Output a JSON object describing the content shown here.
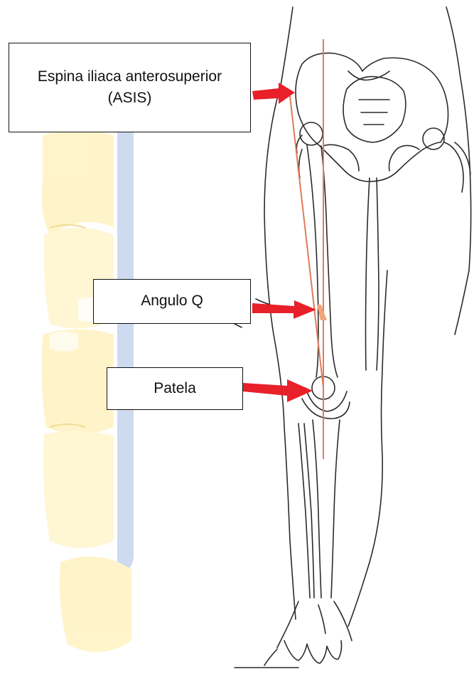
{
  "labels": {
    "asis": "Espina iliaca anterosuperior (ASIS)",
    "q_angle": "Angulo Q",
    "patella": "Patela"
  },
  "colors": {
    "arrow": "#e8202a",
    "q_line": "#e07a5a",
    "bone_outline": "#2b2b2b",
    "bg_pale_yellow": "#fff6cf",
    "bg_blue_band": "#c9d6ee"
  }
}
